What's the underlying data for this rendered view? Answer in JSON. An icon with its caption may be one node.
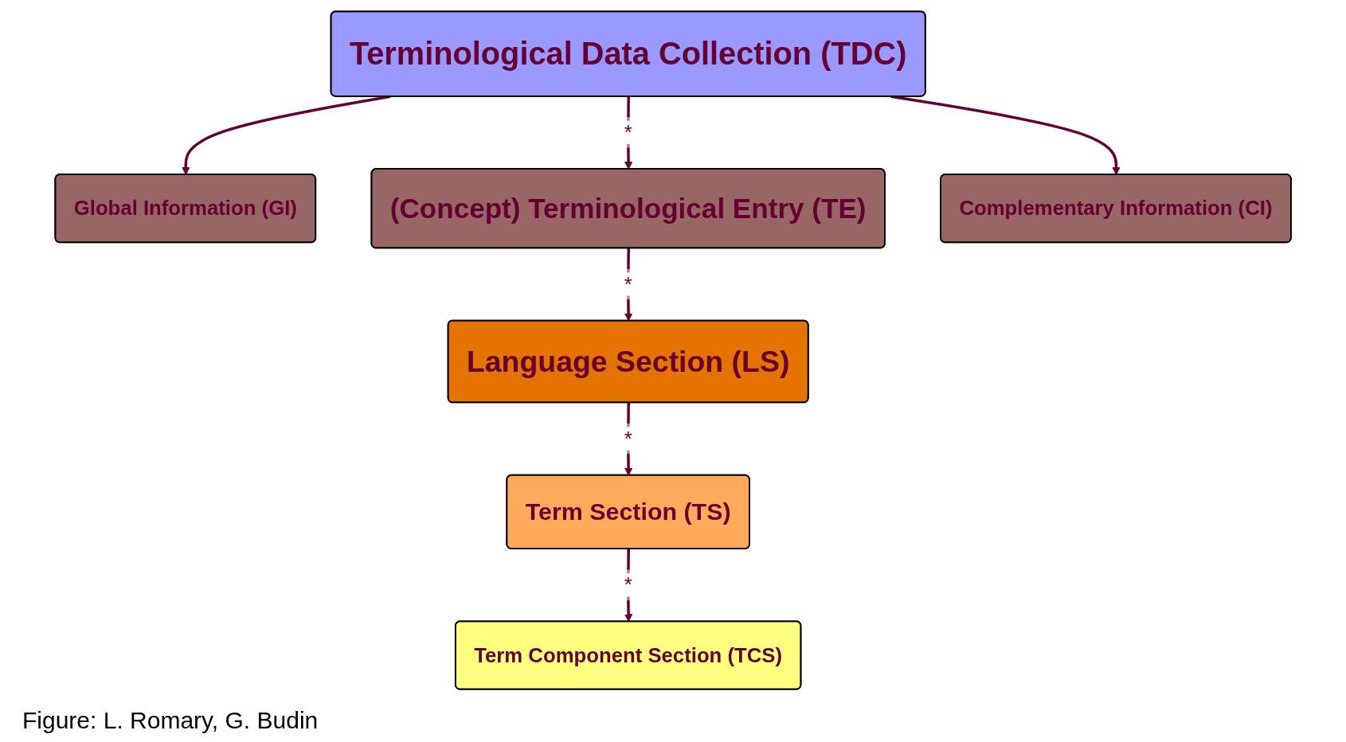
{
  "diagram": {
    "caption": "Figure: L. Romary, G. Budin",
    "nodes": [
      {
        "text": [
          "Terminological Data Collection (TDC)"
        ]
      },
      {
        "text": [
          "Global Information (GI)"
        ]
      },
      {
        "text": [
          "(Concept) Terminological Entry (TE)"
        ]
      },
      {
        "text": [
          "Complementary Information (CI)"
        ]
      },
      {
        "text": [
          "Language Section (LS)"
        ]
      },
      {
        "text": [
          "Term Section (TS)"
        ]
      },
      {
        "text": [
          "Term Component Section (TCS)"
        ]
      }
    ],
    "edges": [
      {
        "from": 0,
        "to": 1,
        "arrow": "to"
      },
      {
        "from": 0,
        "to": 2,
        "arrow": "to",
        "label": "*"
      },
      {
        "from": 0,
        "to": 3,
        "arrow": "to"
      },
      {
        "from": 2,
        "to": 4,
        "arrow": "to",
        "label": "*"
      },
      {
        "from": 4,
        "to": 5,
        "arrow": "to",
        "label": "*"
      },
      {
        "from": 5,
        "to": 6,
        "arrow": "to",
        "label": "*"
      }
    ]
  }
}
